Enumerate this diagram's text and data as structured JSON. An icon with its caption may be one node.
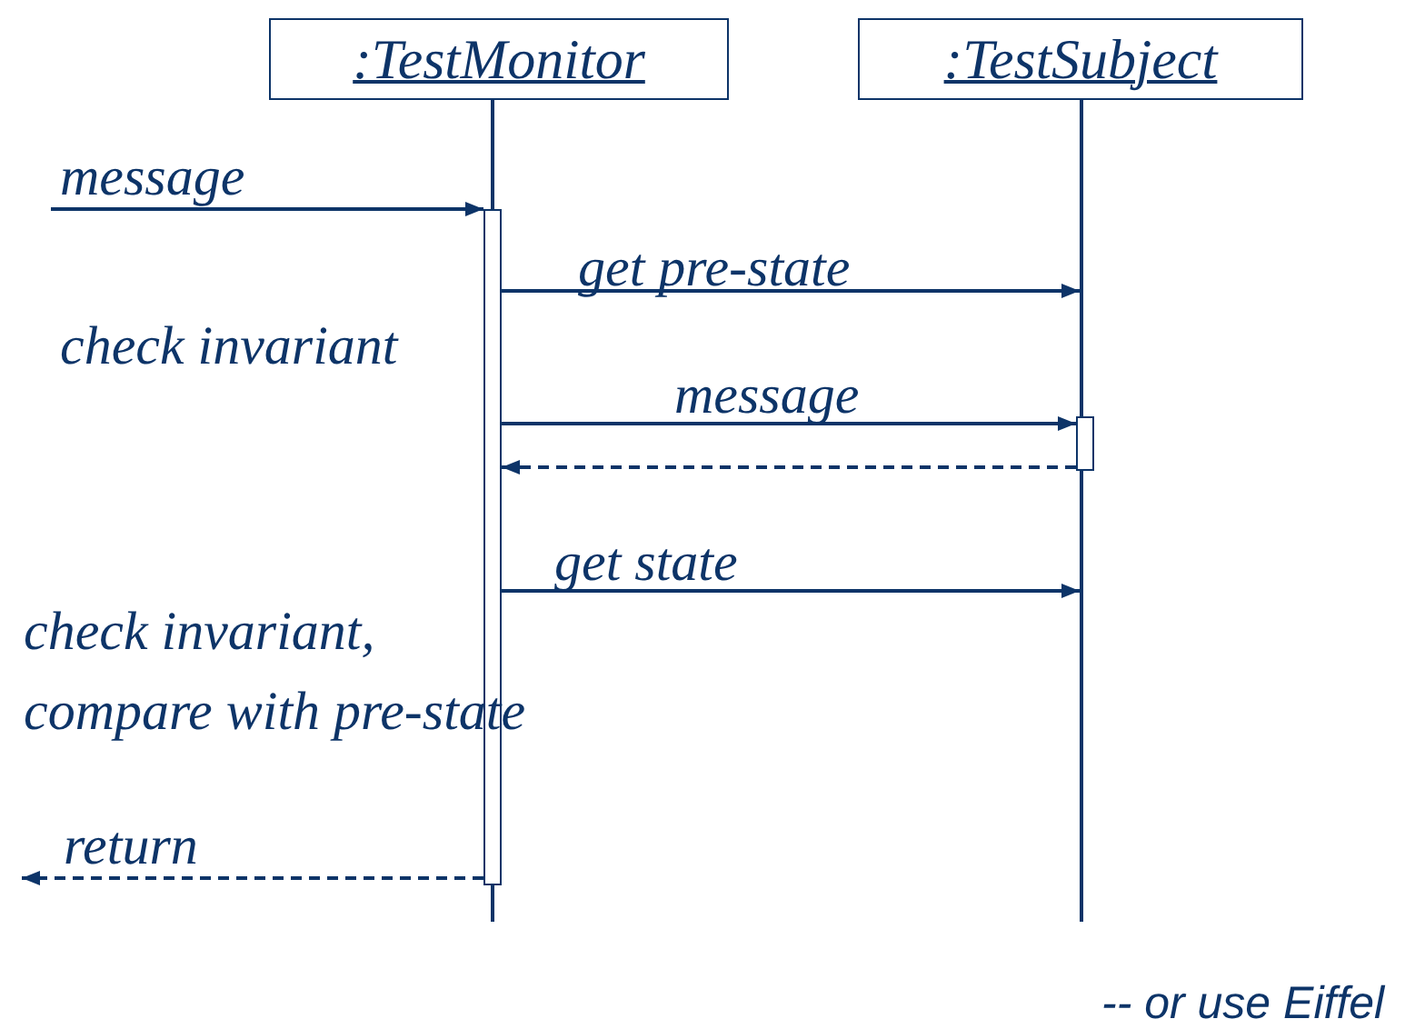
{
  "diagram": {
    "nodes": [
      {
        "text": [
          ":TestMonitor"
        ]
      },
      {
        "text": [
          ":TestSubject"
        ]
      },
      {
        "text": [],
        "shape": "bar"
      },
      {
        "text": [],
        "shape": "line"
      },
      {
        "text": [],
        "shape": "bar"
      }
    ],
    "edges": [
      {
        "from": null,
        "to": 2,
        "arrow": "to",
        "label": "message"
      },
      {
        "from": 2,
        "to": 3,
        "arrow": "to",
        "label": "get pre-state"
      },
      {
        "from": 2,
        "to": 4,
        "arrow": "to",
        "label": "message"
      },
      {
        "from": 4,
        "to": 2,
        "arrow": "to",
        "style": "dashed"
      },
      {
        "from": 2,
        "to": 3,
        "arrow": "to",
        "label": "get state"
      },
      {
        "from": 2,
        "to": null,
        "arrow": "to",
        "style": "dashed",
        "label": "return"
      }
    ],
    "labels": [
      "check invariant",
      "check invariant, compare with pre-state",
      "-- or use Eiffel"
    ]
  }
}
